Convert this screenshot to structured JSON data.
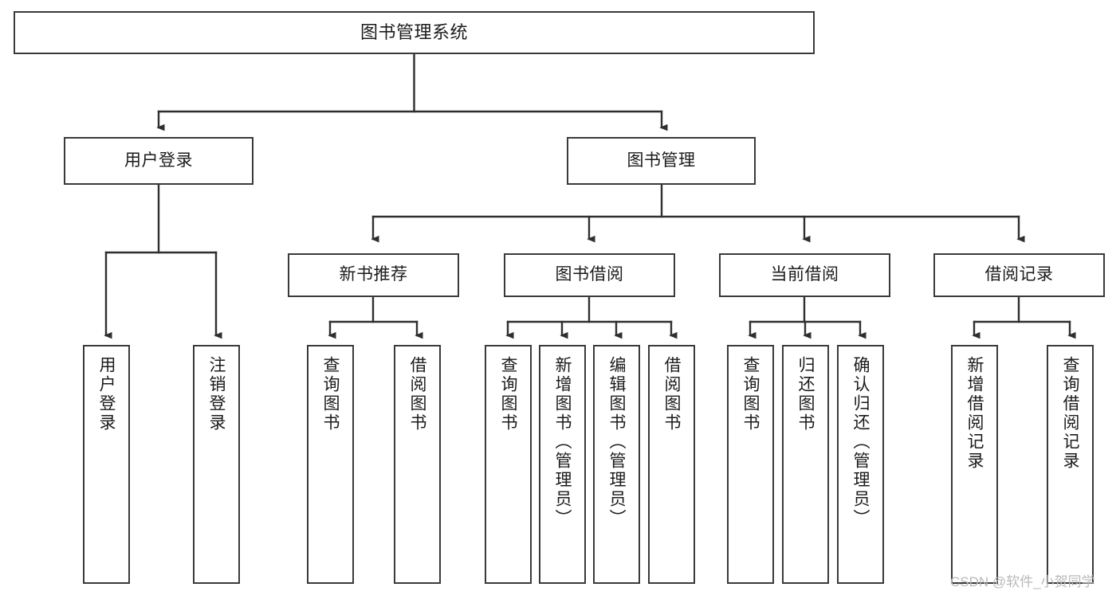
{
  "diagram": {
    "title": "图书管理系统",
    "type": "tree-hierarchy-chart",
    "root": {
      "id": "root",
      "label": "图书管理系统"
    },
    "level2": [
      {
        "id": "user-login",
        "label": "用户登录"
      },
      {
        "id": "book-management",
        "label": "图书管理"
      }
    ],
    "level3": [
      {
        "id": "new-book-recommend",
        "label": "新书推荐",
        "parent": "book-management"
      },
      {
        "id": "book-borrow",
        "label": "图书借阅",
        "parent": "book-management"
      },
      {
        "id": "current-borrow",
        "label": "当前借阅",
        "parent": "book-management"
      },
      {
        "id": "borrow-record",
        "label": "借阅记录",
        "parent": "book-management"
      }
    ],
    "leaves": {
      "user-login": [
        {
          "id": "leaf-user-login",
          "label": "用户登录"
        },
        {
          "id": "leaf-user-logout",
          "label": "注销登录"
        }
      ],
      "new-book-recommend": [
        {
          "id": "leaf-query-book-1",
          "label": "查询图书"
        },
        {
          "id": "leaf-borrow-book-1",
          "label": "借阅图书"
        }
      ],
      "book-borrow": [
        {
          "id": "leaf-query-book-2",
          "label": "查询图书"
        },
        {
          "id": "leaf-add-book",
          "label": "新增图书（管理员）"
        },
        {
          "id": "leaf-edit-book",
          "label": "编辑图书（管理员）"
        },
        {
          "id": "leaf-borrow-book-2",
          "label": "借阅图书"
        }
      ],
      "current-borrow": [
        {
          "id": "leaf-query-book-3",
          "label": "查询图书"
        },
        {
          "id": "leaf-return-book",
          "label": "归还图书"
        },
        {
          "id": "leaf-confirm-return",
          "label": "确认归还（管理员）"
        }
      ],
      "borrow-record": [
        {
          "id": "leaf-add-record",
          "label": "新增借阅记录"
        },
        {
          "id": "leaf-query-record",
          "label": "查询借阅记录"
        }
      ]
    }
  },
  "watermark": {
    "text": "CSDN @软件_小贺同学"
  },
  "colors": {
    "box_border": "#3a3a3a",
    "connector": "#2f2f2f",
    "background": "#ffffff",
    "text": "#1b1b1b",
    "watermark": "#b9b9b9"
  }
}
